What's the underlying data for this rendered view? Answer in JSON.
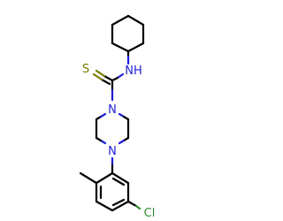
{
  "molecule": {
    "atoms": {
      "sulfur": "S",
      "amide_nh": "NH",
      "piperazine_n_top": "N",
      "piperazine_n_bottom": "N",
      "chlorine": "Cl"
    },
    "colors": {
      "nitrogen": "#1f1fd4",
      "sulfur": "#7a7a00",
      "chlorine": "#2a8a2a",
      "carbon": "#000000"
    }
  }
}
